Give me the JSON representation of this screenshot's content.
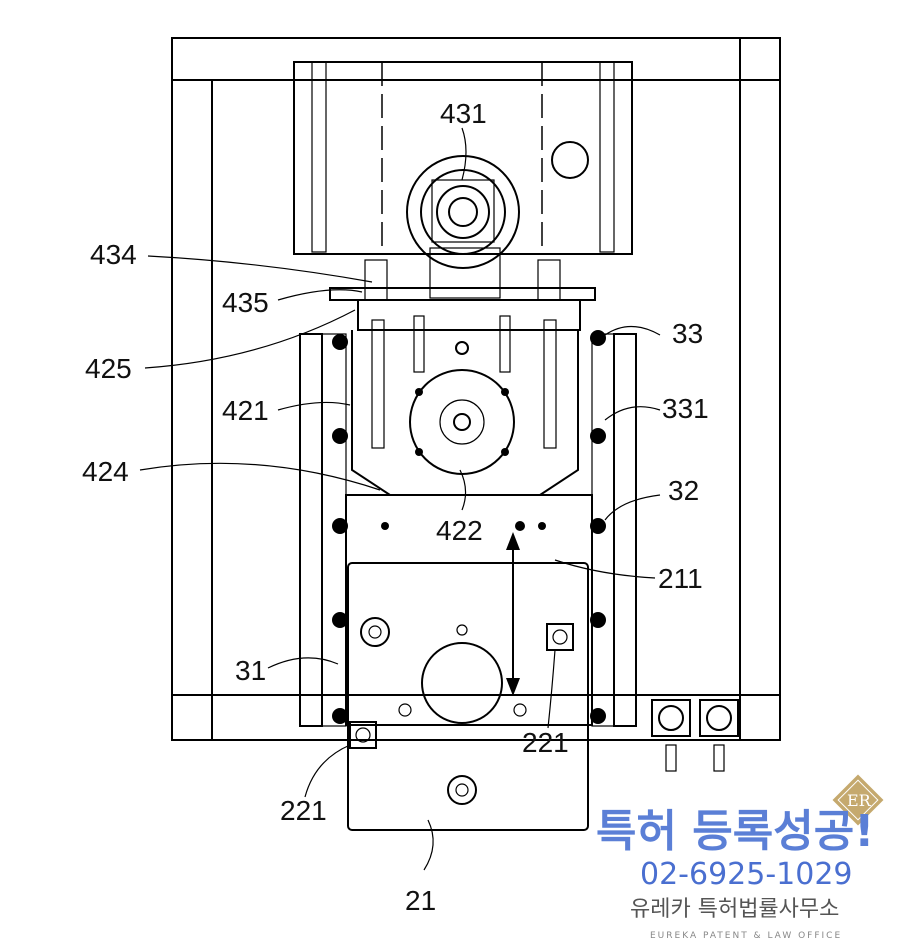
{
  "figure": {
    "labels": {
      "l431": "431",
      "l434": "434",
      "l435": "435",
      "l425": "425",
      "l421": "421",
      "l424": "424",
      "l422": "422",
      "l33": "33",
      "l331": "331",
      "l32": "32",
      "l211": "211",
      "l31": "31",
      "l221a": "221",
      "l221b": "221",
      "l21": "21"
    }
  },
  "watermark": {
    "logo": "ER",
    "headline": "특허 등록성공!",
    "phone": "02-6925-1029",
    "firm_korean": "유레카 특허법률사무소",
    "firm_english": "EUREKA PATENT & LAW OFFICE",
    "color": "#5b7fd6"
  }
}
